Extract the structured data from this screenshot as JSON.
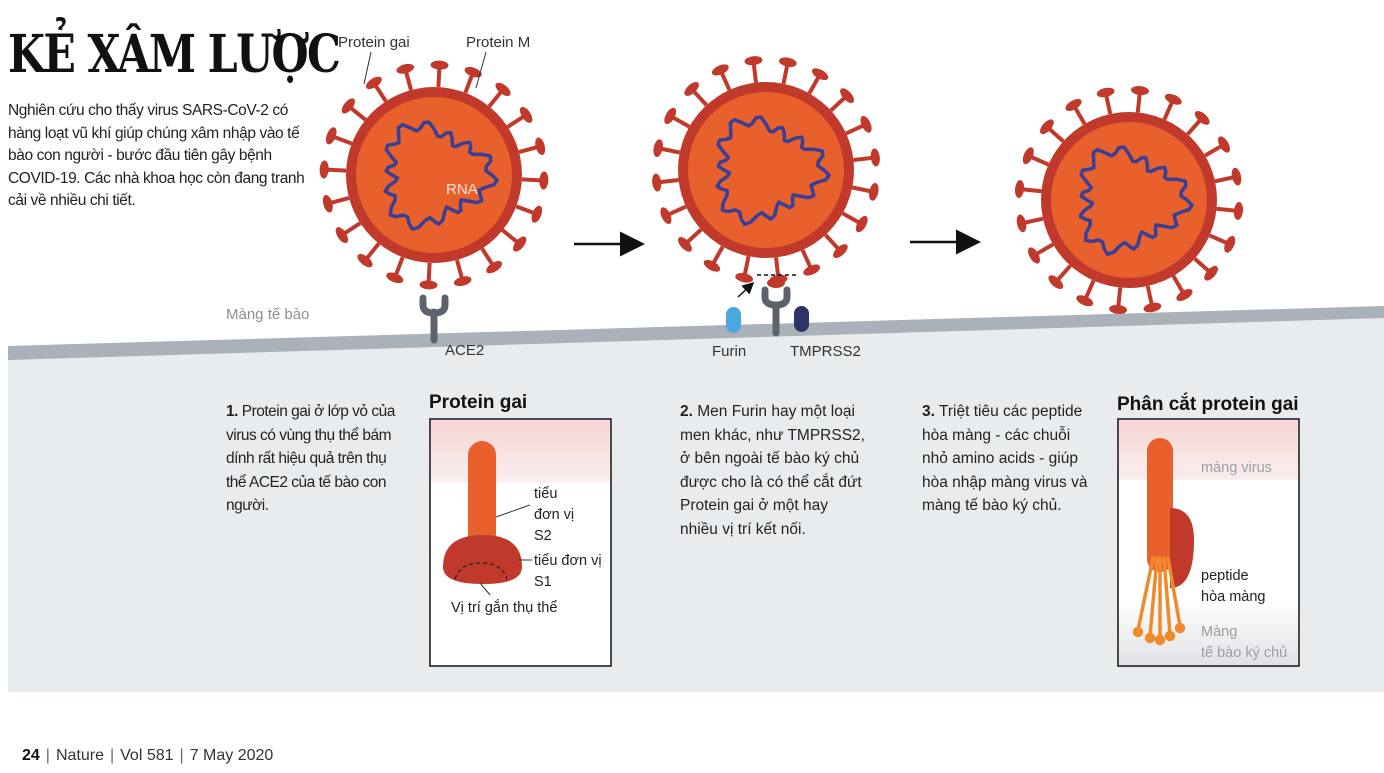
{
  "header": {
    "title": "KẺ XÂM LƯỢC",
    "intro": "Nghiên cứu cho thấy virus SARS-CoV-2 có hàng loạt vũ khí giúp chúng xâm nhập vào tế bào con người - bước đầu tiên gây bệnh COVID-19. Các nhà khoa học còn đang tranh cải về nhiều chi tiết."
  },
  "diagram": {
    "protein_gai_label": "Protein gai",
    "protein_m_label": "Protein M",
    "rna_label": "RNA",
    "membrane_label": "Màng tế bào",
    "ace2_label": "ACE2",
    "furin_label": "Furin",
    "tmprss2_label": "TMPRSS2"
  },
  "steps": [
    {
      "num": "1.",
      "text": "Protein gai ở lớp vỏ của virus có vùng thụ thể bám dính rất hiệu quả trên thụ thể ACE2 của tế bào con người."
    },
    {
      "num": "2.",
      "text": "Men Furin hay một loại men khác, như TMPRSS2, ở bên ngoài tế bào ký chủ được cho là có thể cắt đứt Protein gai ở một hay nhiều vị trí kết nối."
    },
    {
      "num": "3.",
      "text": "Triệt tiêu các peptide hòa màng - các chuỗi nhỏ amino acids - giúp hòa nhập màng virus và màng tế bào ký chủ."
    }
  ],
  "spike_box": {
    "title": "Protein gai",
    "s2_line1": "tiểu",
    "s2_line2": "đơn vị",
    "s2_line3": "S2",
    "s1_line1": "tiểu đơn vị",
    "s1_line2": "S1",
    "binding_site": "Vị trí gắn thụ thể"
  },
  "cleave_box": {
    "title": "Phân cắt protein gai",
    "virus_membrane": "màng virus",
    "fusion_line1": "peptide",
    "fusion_line2": "hòa màng",
    "host_line1": "Màng",
    "host_line2": "tế bào ký chủ"
  },
  "footer": {
    "page": "24",
    "journal": "Nature",
    "volume": "Vol 581",
    "date": "7 May 2020"
  },
  "colors": {
    "virus_body": "#e8602c",
    "virus_rim": "#c0392b",
    "rna": "#3b3f94",
    "ace2": "#5c636b",
    "furin": "#4aa8e0",
    "tmprss2": "#2c3566",
    "cell_interior": "#e9ecef",
    "membrane": "#aab1b9"
  }
}
